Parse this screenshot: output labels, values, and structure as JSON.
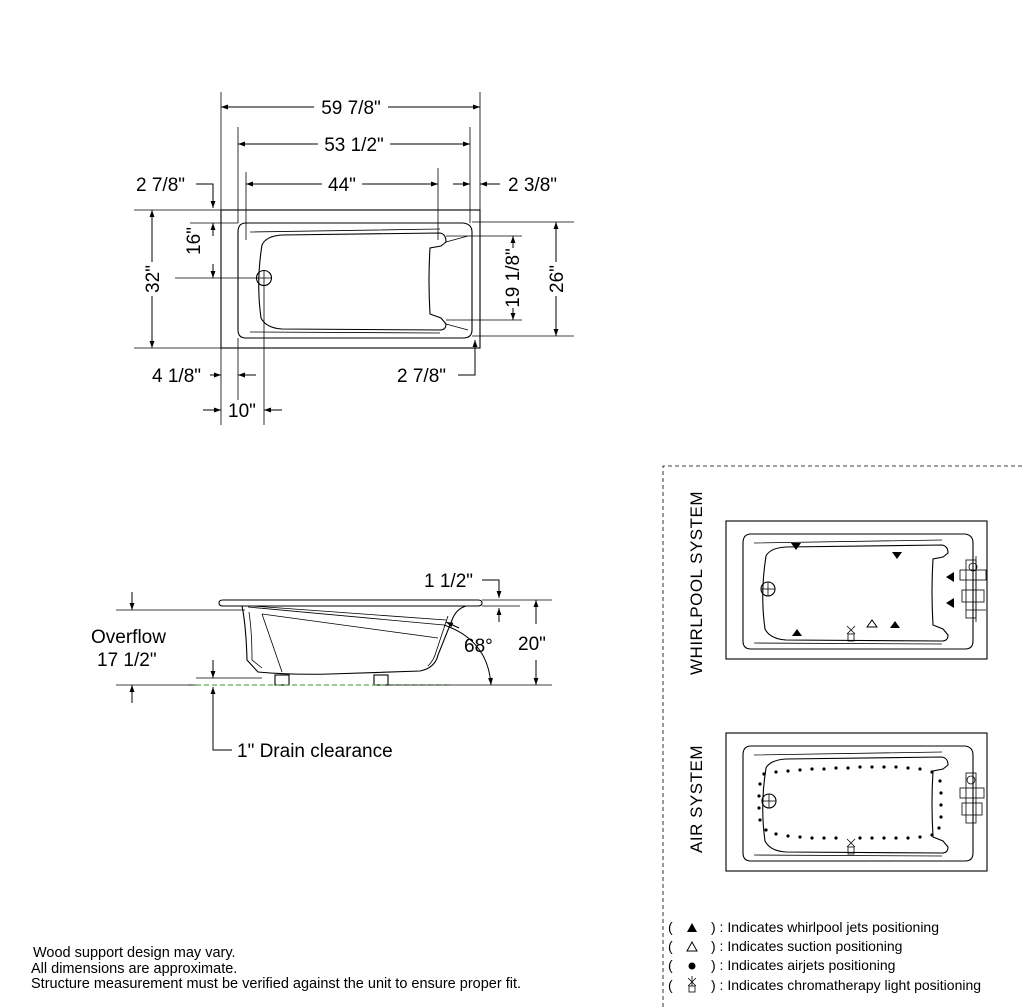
{
  "top_view": {
    "overall_length": "59 7/8\"",
    "inner_length": "53 1/2\"",
    "bottom_length": "44\"",
    "right_rim": "2 3/8\"",
    "left_rim_top": "2 7/8\"",
    "overall_width": "32\"",
    "drain_offset": "16\"",
    "bottom_width": "19 1/8\"",
    "inner_width": "26\"",
    "left_rim_bottom": "4 1/8\"",
    "right_rim_bottom": "2 7/8\"",
    "drain_from_end": "10\""
  },
  "side_view": {
    "rim_height": "1 1/2\"",
    "total_height": "20\"",
    "back_angle": "68°",
    "overflow_label": "Overflow",
    "overflow_height": "17 1/2\"",
    "drain_clearance": "1\" Drain clearance"
  },
  "systems": {
    "whirlpool_label": "WHIRLPOOL  SYSTEM",
    "air_label": "AIR SYSTEM"
  },
  "legend": [
    {
      "icon": "filled-triangle-icon",
      "text": ") : Indicates whirlpool jets positioning"
    },
    {
      "icon": "hollow-triangle-icon",
      "text": ") : Indicates suction positioning"
    },
    {
      "icon": "filled-dot-icon",
      "text": ") : Indicates airjets positioning"
    },
    {
      "icon": "chromatherapy-light-icon",
      "text": ") : Indicates chromatherapy light positioning"
    }
  ],
  "notes": {
    "line1": "Wood support design may vary.",
    "line2": "All dimensions are approximate.",
    "line3": "Structure measurement must be verified against the unit to ensure proper fit."
  }
}
